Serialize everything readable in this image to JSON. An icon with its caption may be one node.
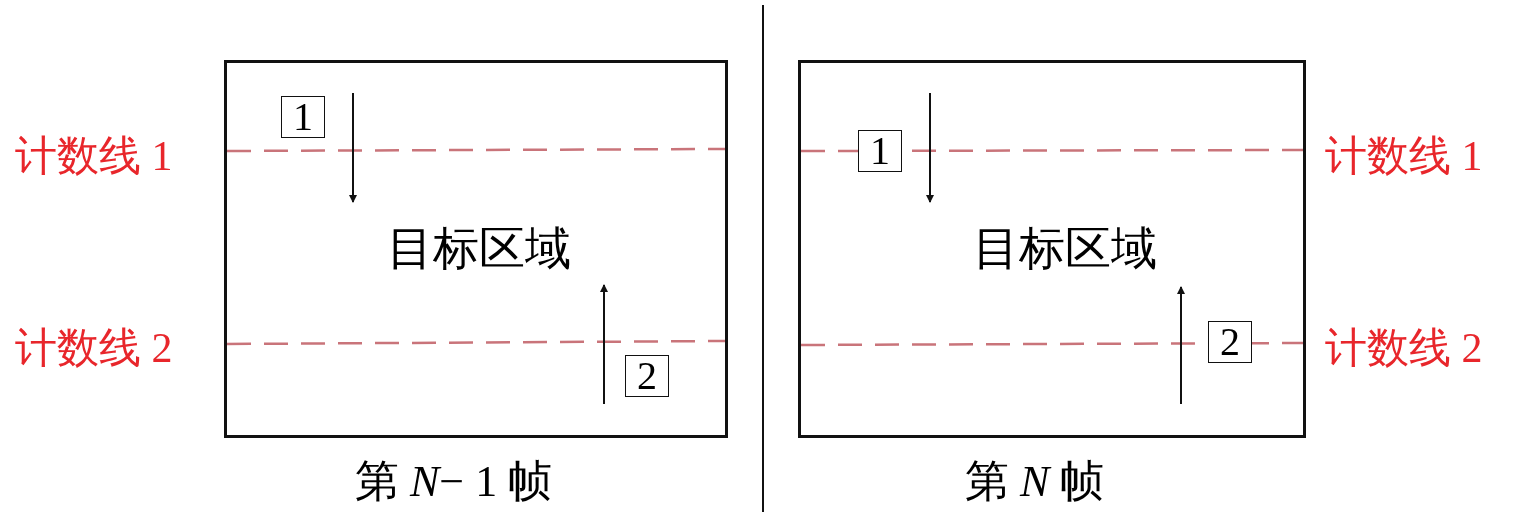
{
  "diagram": {
    "nodes": [
      {
        "text": [
          "目标区域"
        ],
        "beside": [
          "第 *N*− 1 帧"
        ]
      },
      {
        "text": [
          "1"
        ],
        "in": 0
      },
      {
        "text": [
          "2"
        ],
        "in": 0
      },
      {
        "text": [
          "目标区域"
        ],
        "beside": [
          "第 *N* 帧"
        ]
      },
      {
        "text": [
          "1"
        ],
        "in": 3
      },
      {
        "text": [
          "2"
        ],
        "in": 3
      }
    ],
    "labels": [
      "计数线 1",
      "计数线 2",
      "计数线 1",
      "计数线 2"
    ]
  }
}
